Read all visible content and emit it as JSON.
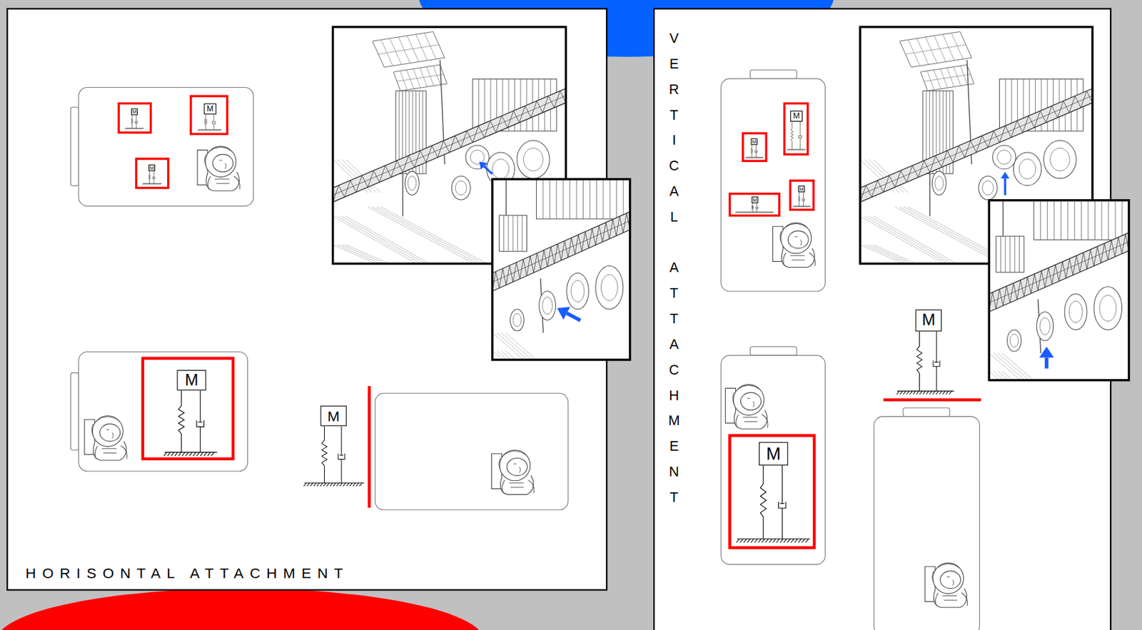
{
  "diagram": {
    "nodes": [
      {
        "text": [
          "M"
        ]
      },
      {
        "text": [
          "M"
        ]
      },
      {
        "text": [
          "M"
        ]
      },
      {
        "text": [
          "M"
        ]
      },
      {
        "text": [
          "M"
        ]
      },
      {
        "text": [
          "M"
        ]
      },
      {
        "text": [
          "M"
        ]
      },
      {
        "text": [
          "M"
        ]
      },
      {
        "text": [
          "M"
        ]
      },
      {
        "text": [
          "M"
        ]
      },
      {
        "text": [
          "M"
        ]
      }
    ],
    "labels": [
      "HORISONTAL ATTACHMENT",
      "VERTICAL ATTACHMENT"
    ]
  }
}
